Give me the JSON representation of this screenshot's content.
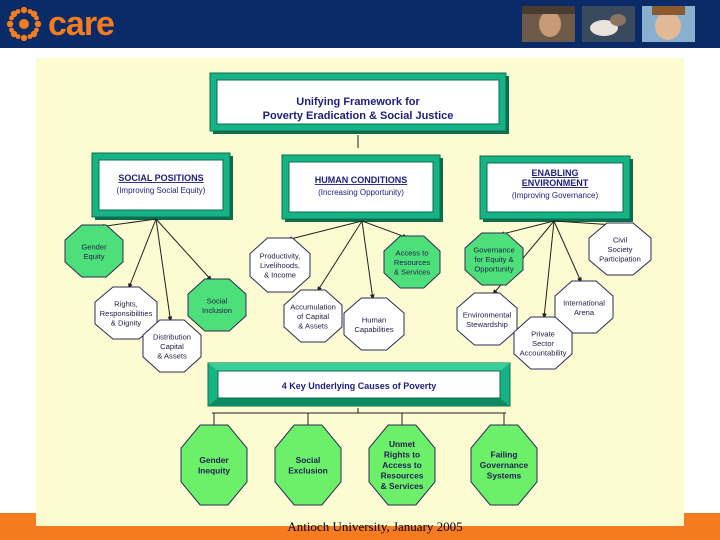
{
  "header": {
    "logo_text": "care",
    "photos": [
      "child-photo-1",
      "hands-photo",
      "child-photo-2"
    ]
  },
  "diagram": {
    "title_lines": [
      "Unifying Framework for",
      "Poverty Eradication & Social Justice"
    ],
    "categories": [
      {
        "title": "SOCIAL POSITIONS",
        "subtitle": "(Improving Social Equity)"
      },
      {
        "title": "HUMAN CONDITIONS",
        "subtitle": "(Increasing Opportunity)"
      },
      {
        "title_lines": [
          "ENABLING",
          "ENVIRONMENT"
        ],
        "subtitle": "(Improving Governance)"
      }
    ],
    "sub_nodes": [
      {
        "lines": [
          "Gender",
          "Equity"
        ],
        "style": "green"
      },
      {
        "lines": [
          "Rights,",
          "Responsibilities",
          "& Dignity"
        ],
        "style": "white"
      },
      {
        "lines": [
          "Social",
          "Inclusion"
        ],
        "style": "green"
      },
      {
        "lines": [
          "Distribution",
          "Capital",
          "& Assets"
        ],
        "style": "white"
      },
      {
        "lines": [
          "Productivity,",
          "Livelihoods,",
          "& Income"
        ],
        "style": "white"
      },
      {
        "lines": [
          "Access to",
          "Resources",
          "& Services"
        ],
        "style": "green"
      },
      {
        "lines": [
          "Accumulation",
          "of Capital",
          "& Assets"
        ],
        "style": "white"
      },
      {
        "lines": [
          "Human",
          "Capabilities"
        ],
        "style": "white"
      },
      {
        "lines": [
          "Governance",
          "for Equity &",
          "Opportunity"
        ],
        "style": "green"
      },
      {
        "lines": [
          "Civil",
          "Society",
          "Participation"
        ],
        "style": "white"
      },
      {
        "lines": [
          "Environmental",
          "Stewardship"
        ],
        "style": "white"
      },
      {
        "lines": [
          "International",
          "Arena"
        ],
        "style": "white"
      },
      {
        "lines": [
          "Private",
          "Sector",
          "Accountability"
        ],
        "style": "white"
      }
    ],
    "causes_title": "4 Key Underlying Causes of Poverty",
    "causes": [
      {
        "lines": [
          "Gender",
          "Inequity"
        ]
      },
      {
        "lines": [
          "Social",
          "Exclusion"
        ]
      },
      {
        "lines": [
          "Unmet",
          "Rights to",
          "Access to",
          "Resources",
          "& Services"
        ]
      },
      {
        "lines": [
          "Failing",
          "Governance",
          "Systems"
        ]
      }
    ]
  },
  "footer": {
    "text": "Antioch University, January 2005"
  },
  "colors": {
    "header_bg": "#0a2b67",
    "orange": "#f47b20",
    "teal_frame": "#16b386",
    "green_node": "#4de07a",
    "cause_green": "#6cf06a",
    "panel_bg": "#fdfbd2",
    "title_text": "#1d1d7a"
  }
}
